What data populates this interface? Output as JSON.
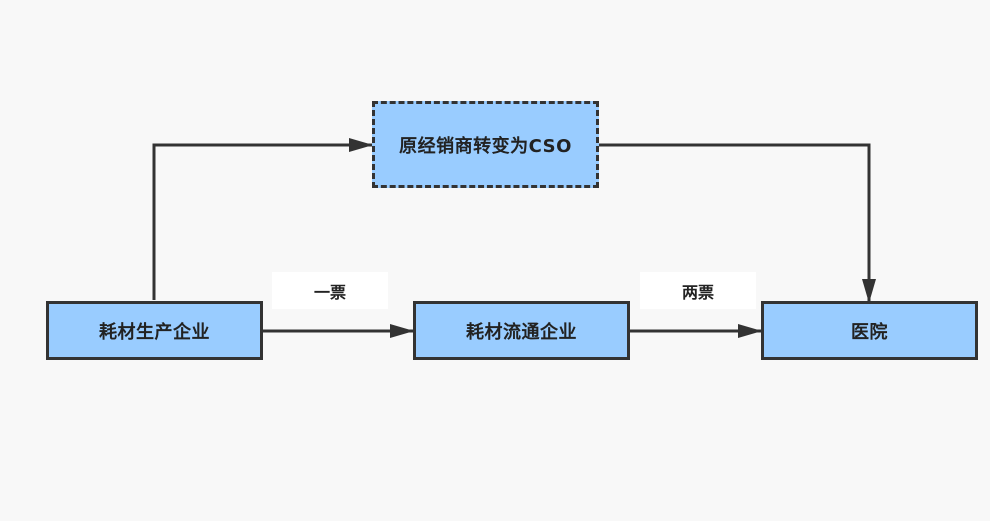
{
  "diagram": {
    "nodes": {
      "manufacturer": "耗材生产企业",
      "distributor": "耗材流通企业",
      "hospital": "医院",
      "cso": "原经销商转变为CSO"
    },
    "edge_labels": {
      "first_invoice": "一票",
      "second_invoice": "两票"
    }
  }
}
